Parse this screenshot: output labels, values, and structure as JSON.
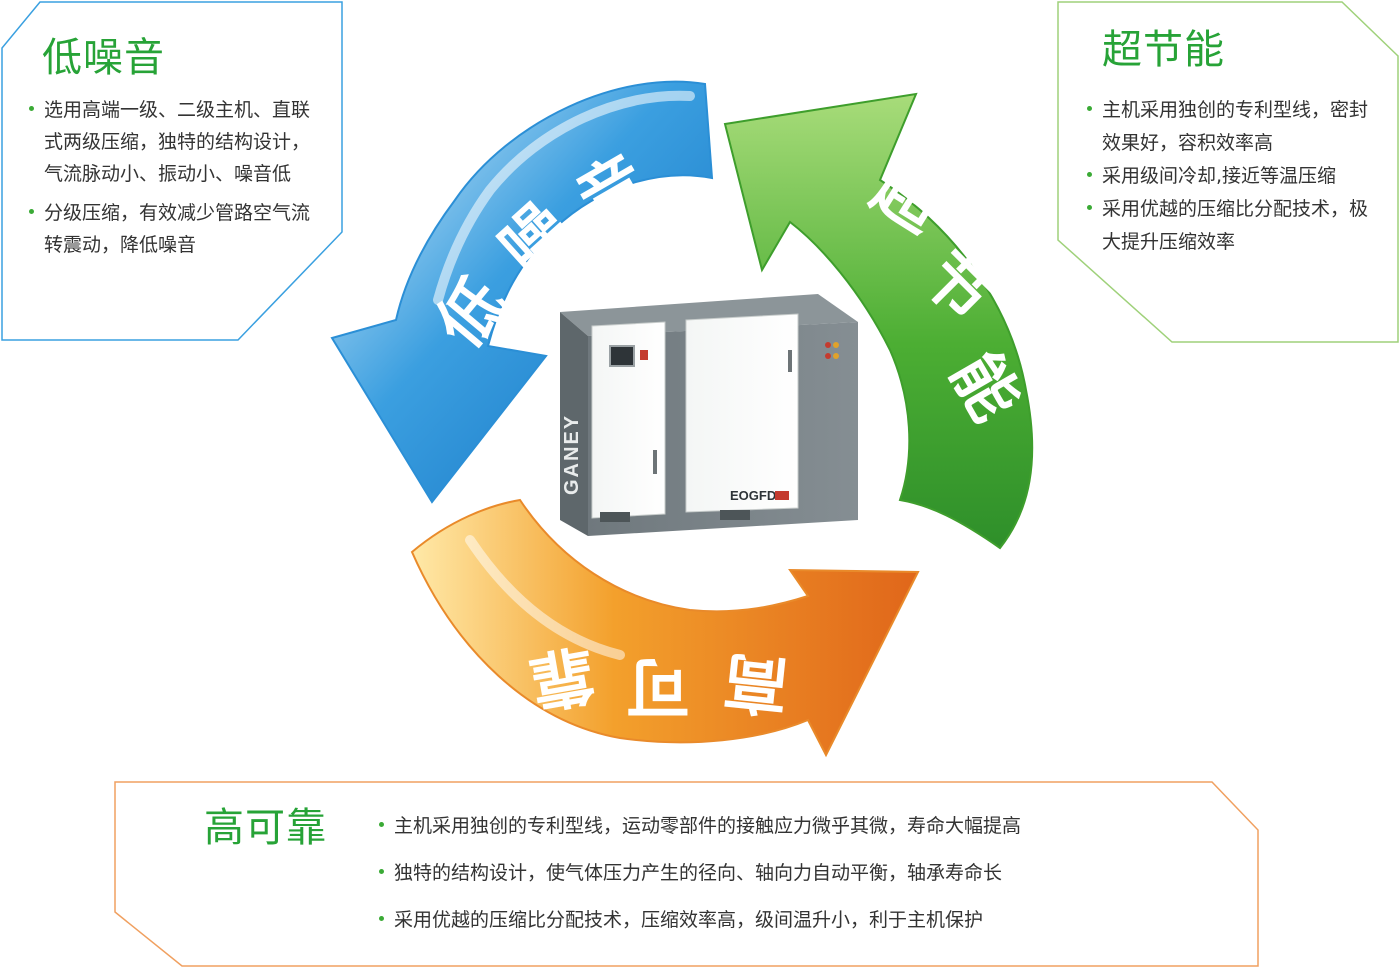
{
  "colors": {
    "green_text": "#27a337",
    "blue_arrow": "#1a86d4",
    "green_arrow": "#4cae33",
    "orange_arrow": "#e87a1c",
    "card_border_blue": "#3aa0e0",
    "card_border_green": "#9fd17a",
    "card_border_orange": "#f0a060"
  },
  "cards": {
    "low_noise": {
      "title": "低噪音",
      "bullets": [
        "选用高端一级、二级主机、直联式两级压缩，独特的结构设计，气流脉动小、振动小、噪音低",
        "分级压缩，有效减少管路空气流转震动，降低噪音"
      ]
    },
    "energy_saving": {
      "title": "超节能",
      "bullets": [
        "主机采用独创的专利型线，密封效果好，容积效率高",
        "采用级间冷却,接近等温压缩",
        "采用优越的压缩比分配技术，极大提升压缩效率"
      ]
    },
    "high_reliability": {
      "title": "高可靠",
      "bullets": [
        "主机采用独创的专利型线，运动零部件的接触应力微乎其微，寿命大幅提高",
        "独特的结构设计，使气体压力产生的径向、轴向力自动平衡，轴承寿命长",
        "采用优越的压缩比分配技术，压缩效率高，级间温升小，利于主机保护"
      ]
    }
  },
  "arrows": {
    "blue": [
      "低",
      "噪",
      "音"
    ],
    "green": [
      "超",
      "节",
      "能"
    ],
    "orange": [
      "高",
      "可",
      "靠"
    ]
  },
  "machine": {
    "brand": "GANEY",
    "logo": "EOGFD"
  }
}
